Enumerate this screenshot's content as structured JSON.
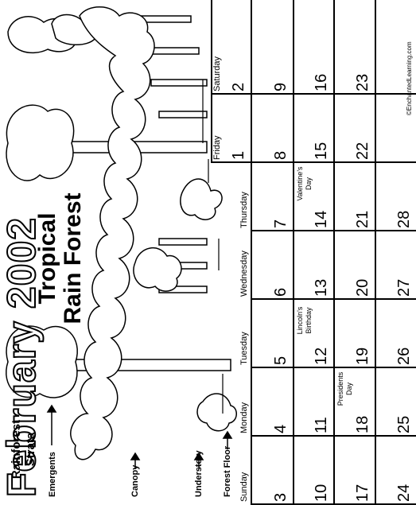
{
  "title": "February 2002",
  "subtitle_line1": "Tropical",
  "subtitle_line2": "Rain Forest",
  "strata_line1": "Rainforest",
  "strata_line2": "Strata",
  "layers": [
    "Emergents",
    "Canopy",
    "Understory",
    "Forest Floor"
  ],
  "credit": "©EnchantedLearning.com",
  "weekdays": [
    "Sunday",
    "Monday",
    "Tuesday",
    "Wednesday",
    "Thursday",
    "Friday",
    "Saturday"
  ],
  "weeks": [
    [
      "",
      "",
      "",
      "",
      "",
      "1",
      "2"
    ],
    [
      "3",
      "4",
      "5",
      "6",
      "7",
      "8",
      "9"
    ],
    [
      "10",
      "11",
      "12",
      "13",
      "14",
      "15",
      "16"
    ],
    [
      "17",
      "18",
      "19",
      "20",
      "21",
      "22",
      "23"
    ],
    [
      "24",
      "25",
      "26",
      "27",
      "28",
      "",
      ""
    ]
  ],
  "holidays": {
    "lincoln_line1": "Lincoln's",
    "lincoln_line2": "Birthday",
    "valentine_line1": "Valentine's",
    "valentine_line2": "Day",
    "presidents_line1": "Presidents",
    "presidents_line2": "Day"
  },
  "colors": {
    "ink": "#000000",
    "paper": "#ffffff"
  }
}
